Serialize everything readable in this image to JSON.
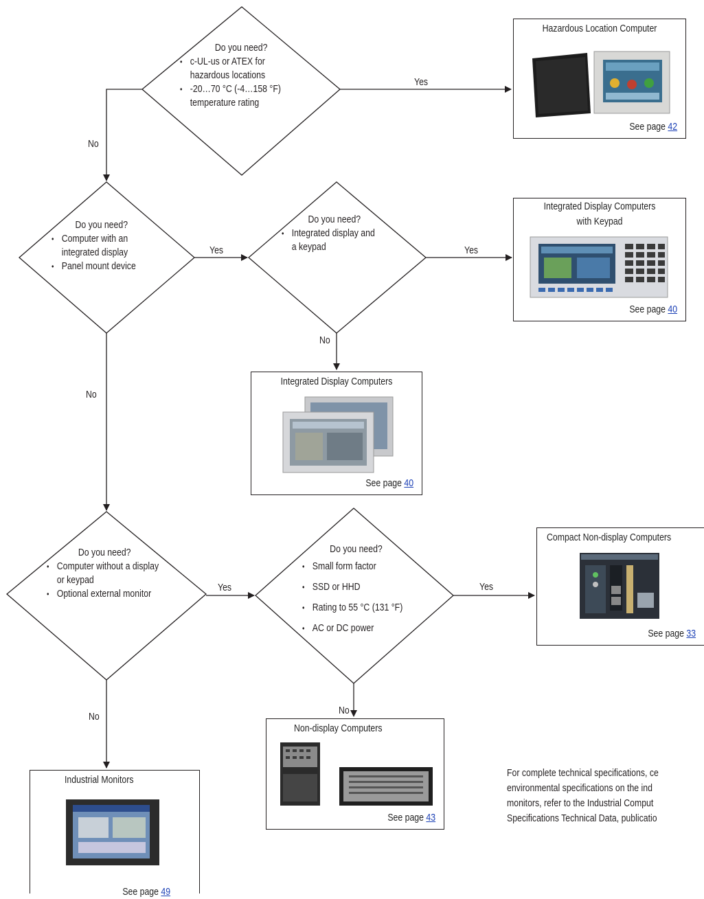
{
  "decisions": {
    "hazardous": {
      "question": "Do you need?",
      "bullets": [
        "c-UL-us or ATEX for hazardous locations",
        "-20…70 °C (-4…158 °F) temperature rating"
      ]
    },
    "integrated": {
      "question": "Do you need?",
      "bullets": [
        "Computer with an integrated display",
        "Panel mount device"
      ]
    },
    "keypad": {
      "question": "Do you need?",
      "bullets": [
        "Integrated display and a keypad"
      ]
    },
    "nondisplay": {
      "question": "Do you need?",
      "bullets": [
        "Computer without a display or keypad",
        "Optional external monitor"
      ]
    },
    "compact": {
      "question": "Do you need?",
      "bullets": [
        "Small form factor",
        "SSD or HHD",
        "Rating to 55 °C (131 °F)",
        "AC or DC power"
      ]
    }
  },
  "edge_labels": {
    "yes": "Yes",
    "no": "No"
  },
  "results": {
    "hazardous": {
      "title": "Hazardous Location Computer",
      "see": "See page",
      "page": "42"
    },
    "keypad": {
      "title_line1": "Integrated Display Computers",
      "title_line2": "with Keypad",
      "see": "See page",
      "page": "40"
    },
    "integrated": {
      "title": "Integrated Display Computers",
      "see": "See page",
      "page": "40"
    },
    "compact": {
      "title": "Compact Non-display Computers",
      "see": "See page",
      "page": "33"
    },
    "nondisplay": {
      "title": "Non-display Computers",
      "see": "See page",
      "page": "43"
    },
    "monitors": {
      "title": "Industrial Monitors",
      "see": "See page",
      "page": "49"
    }
  },
  "note": {
    "line1": "For complete technical specifications, ce",
    "line2": "environmental specifications on the ind",
    "line3": "monitors, refer to the Industrial Comput",
    "line4": "Specifications Technical Data, publicatio"
  }
}
